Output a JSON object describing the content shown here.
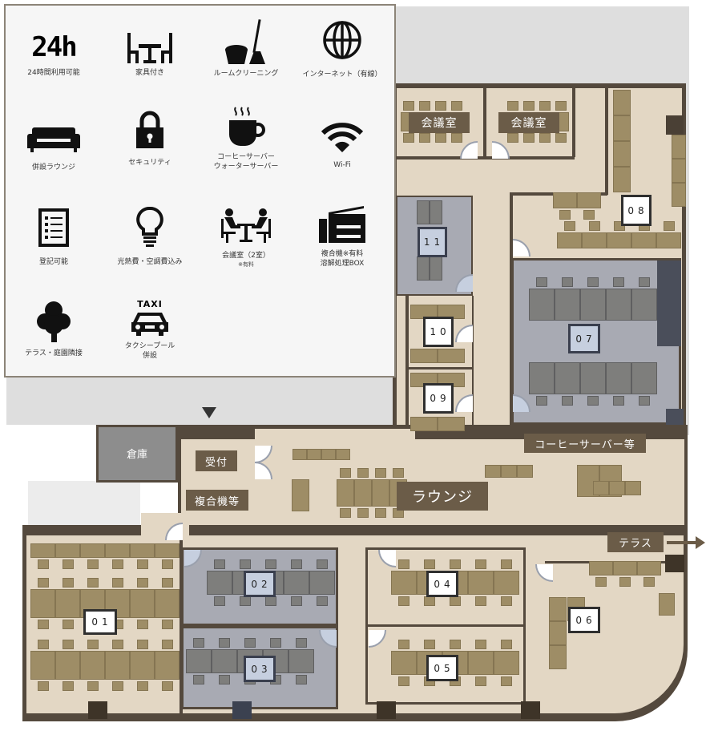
{
  "legend": {
    "items": [
      {
        "icon": "24h-icon",
        "label": "24時間利用可能",
        "icon_text": "24h"
      },
      {
        "icon": "furniture-icon",
        "label": "家具付き"
      },
      {
        "icon": "cleaning-icon",
        "label": "ルームクリーニング"
      },
      {
        "icon": "globe-icon",
        "label": "インターネット（有線）"
      },
      {
        "icon": "sofa-icon",
        "label": "併設ラウンジ"
      },
      {
        "icon": "lock-icon",
        "label": "セキュリティ"
      },
      {
        "icon": "coffee-icon",
        "label": "コーヒーサーバー",
        "label2": "ウォーターサーバー"
      },
      {
        "icon": "wifi-icon",
        "label": "Wi-Fi"
      },
      {
        "icon": "document-list-icon",
        "label": "登記可能"
      },
      {
        "icon": "light-bulb-icon",
        "label": "光熱費・空調費込み"
      },
      {
        "icon": "meeting-icon",
        "label": "会議室（2室）",
        "note": "※有料"
      },
      {
        "icon": "copier-icon",
        "label": "複合機※有料",
        "label2": "溶解処理BOX"
      },
      {
        "icon": "tree-icon",
        "label": "テラス・庭園隣接"
      },
      {
        "icon": "taxi-icon",
        "label": "タクシープール",
        "label2": "併設",
        "icon_text": "TAXI"
      }
    ]
  },
  "map": {
    "meeting_room_1": "会議室",
    "meeting_room_2": "会議室",
    "storage": "倉庫",
    "reception": "受付",
    "copier": "複合機等",
    "lounge": "ラウンジ",
    "coffee": "コーヒーサーバー等",
    "terrace": "テラス",
    "rooms": [
      "01",
      "02",
      "03",
      "04",
      "05",
      "06",
      "07",
      "08",
      "09",
      "10",
      "11"
    ]
  },
  "colors": {
    "floor": "#e3d7c4",
    "wall": "#54493d",
    "private_room": "#a8aab3",
    "desk": "#9e8d66",
    "label": "#6b5c48"
  }
}
